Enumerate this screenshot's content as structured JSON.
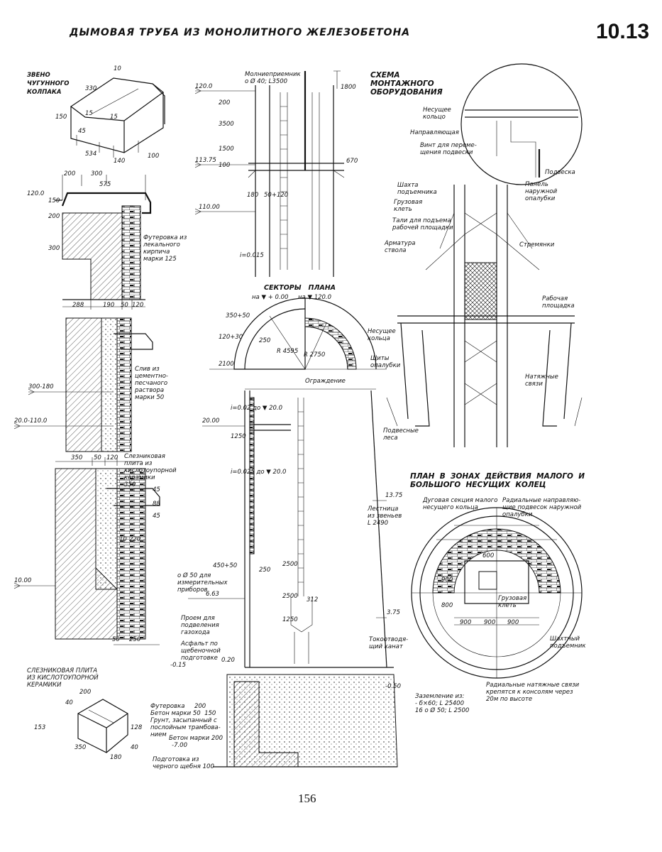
{
  "page": {
    "title": "ДЫМОВАЯ ТРУБА ИЗ МОНОЛИТНОГО ЖЕЛЕЗОБЕТОНА",
    "code": "10.13",
    "page_number": "156"
  },
  "cap_link": {
    "heading": "ЗВЕНО\nЧУГУННОГО\nКОЛПАКА",
    "dims": [
      "10",
      "330",
      "150",
      "15",
      "15",
      "45",
      "534",
      "140",
      "100"
    ]
  },
  "top_detail": {
    "dims_top": [
      "200",
      "300",
      "575"
    ],
    "level": "120.0",
    "dims_side": [
      "150",
      "200",
      "300"
    ],
    "dims_bottom": [
      "288",
      "190",
      "50",
      "120"
    ],
    "lining_label": "Футеровка из\nлекального\nкирпича\nмарки 125"
  },
  "mid_detail": {
    "level_a": "300-180",
    "level_b": "20.0-110.0",
    "drain_label": "Слив из\nцементно-\nпесчаного\nраствора\nмарки 50"
  },
  "low_detail": {
    "dims_top": [
      "350",
      "50",
      "120"
    ],
    "slag_label": "Слезниковая\nплита из\nкислотоупорной\nкерамики",
    "dims_right": [
      "350",
      "45",
      "88",
      "45"
    ],
    "dims_mid": [
      "10",
      "220"
    ],
    "level": "10.00",
    "dims_bottom": [
      "50",
      "250"
    ]
  },
  "slab": {
    "heading": "СЛЕЗНИКОВАЯ ПЛИТА\nИЗ КИСЛОТОУПОРНОЙ\nКЕРАМИКИ",
    "dims": [
      "40",
      "200",
      "153",
      "128",
      "350",
      "180",
      "40"
    ]
  },
  "chimney_top": {
    "lightning_label": "Молниеприемник\nо Ø 40; L3500",
    "levels": [
      "120.0",
      "113.75",
      "110.00"
    ],
    "dims": [
      "1800",
      "200",
      "3500",
      "1500",
      "100",
      "670",
      "180",
      "50+120",
      "i=0.015"
    ]
  },
  "sectors": {
    "heading": "СЕКТОРЫ   ПЛАНА",
    "sub_a": "на ▼ + 0.00",
    "sub_b": "на ▼ 120.0",
    "dims": [
      "350+50",
      "250",
      "120+30",
      "R 4595",
      "R 2750",
      "2100"
    ]
  },
  "chimney_main": {
    "fence_label": "Ограждение",
    "levels": [
      "20.00",
      "13.75",
      "6.63",
      "3.75",
      "0.20",
      "-0.15",
      "-0.50",
      "-7.00"
    ],
    "dims": [
      "i=0.02 до ▼ 20.0",
      "1250",
      "i=0.025 до ▼ 20.0",
      "450+50",
      "250",
      "2500",
      "2500",
      "312",
      "1250"
    ],
    "ladder_label": "Лестница\nиз звеньев\nL 2490",
    "pipe_label": "о Ø 50 для\nизмерительных\nприборов",
    "gas_label": "Проем для\nподвеления\nгазохода",
    "cable_label": "Токоотводя-\nщий канат",
    "asphalt_label": "Асфальт по\nщебеночной\nподготовке",
    "ground_label": "Заземление из:\n- б×60; L 25400\n16 о Ø 50; L 2500",
    "lining_label": "Футеровка     200\nБетон марки 50  150\nГрунт, засыпанный с\nпослойным трамбова-\nнием",
    "concrete_label": "Бетон марки 200",
    "base_label": "Подготовка из\nчерного щебня 100"
  },
  "assembly": {
    "heading": "СХЕМА\nМОНТАЖНОГО\nОБОРУДОВАНИЯ",
    "labels": {
      "bearing_ring": "Несущее\nкольцо",
      "guide": "Направляющая",
      "screw": "Винт для переме-\nщения подвески",
      "hanger": "Подвеска",
      "panel": "Панель\nнаружной\nопалубки",
      "shaft": "Шахта\nподъемника",
      "cage": "Грузовая\nклеть",
      "hoist": "Тали для подъема\nрабочей площадки",
      "rebar": "Арматура\nствола",
      "stirrups": "Стремянки",
      "platform": "Рабочая\nплощадка",
      "ring2": "Несущее\nкольца",
      "shields": "Щиты\nопалубки",
      "ties": "Натяжные\nсвязи",
      "scaffold": "Подвесные\nлеса"
    }
  },
  "plan": {
    "heading": "ПЛАН  В  ЗОНАХ  ДЕЙСТВИЯ  МАЛОГО  И\nБОЛЬШОГО  НЕСУЩИХ  КОЛЕЦ",
    "arc_label": "Дуговая секция малого\nнесущего кольца",
    "guides_label": "Радиальные направляю-\nщие подвесок наружной\nопалубки",
    "cage_label": "Грузовая\nклеть",
    "dims": [
      "600",
      "900",
      "800",
      "900",
      "900",
      "900"
    ],
    "shaft_label": "Шахтный\nподъемник",
    "ties_label": "Радиальные натяжные связи\nкрепятся к консолям через\n20м по высоте"
  }
}
